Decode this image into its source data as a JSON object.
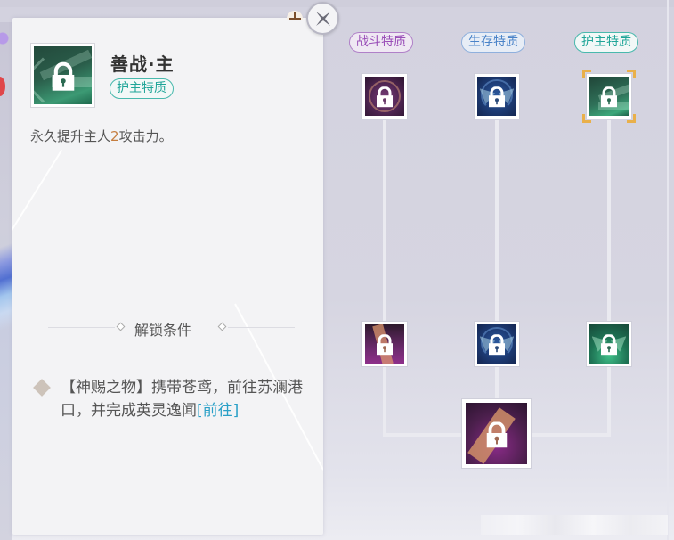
{
  "detail_panel": {
    "title": "善战·主",
    "tag": "护主特质",
    "description_prefix": "永久提升主人",
    "description_value": "2",
    "description_suffix": "攻击力。",
    "unlock_header": "解锁条件",
    "condition_text": "【神赐之物】携带苍鸢，前往苏澜港口，并完成英灵逸闻",
    "condition_link": "[前往]",
    "icon": "lock-icon"
  },
  "close_button": {
    "icon": "close-icon"
  },
  "tree": {
    "columns": [
      {
        "label": "战斗特质",
        "color": "#9a4fb8"
      },
      {
        "label": "生存特质",
        "color": "#4a83c8"
      },
      {
        "label": "护主特质",
        "color": "#1fa598"
      }
    ],
    "nodes": [
      {
        "id": "fight-1",
        "column": 0,
        "tier": 1,
        "locked": true,
        "selected": false,
        "theme": "purple"
      },
      {
        "id": "survive-1",
        "column": 1,
        "tier": 1,
        "locked": true,
        "selected": false,
        "theme": "blue"
      },
      {
        "id": "guard-1",
        "column": 2,
        "tier": 1,
        "locked": true,
        "selected": true,
        "theme": "green"
      },
      {
        "id": "fight-2",
        "column": 0,
        "tier": 2,
        "locked": true,
        "selected": false,
        "theme": "purple"
      },
      {
        "id": "survive-2",
        "column": 1,
        "tier": 2,
        "locked": true,
        "selected": false,
        "theme": "blue"
      },
      {
        "id": "guard-2",
        "column": 2,
        "tier": 2,
        "locked": true,
        "selected": false,
        "theme": "green"
      },
      {
        "id": "final",
        "column": 1,
        "tier": 3,
        "locked": true,
        "selected": false,
        "theme": "scroll"
      }
    ]
  },
  "colors": {
    "accent_guard": "#1fa598",
    "accent_fight": "#9a4fb8",
    "accent_survive": "#4a83c8",
    "highlight_number": "#c57d3f",
    "link": "#2aa0c7",
    "selection_corner": "#e9b04a"
  }
}
